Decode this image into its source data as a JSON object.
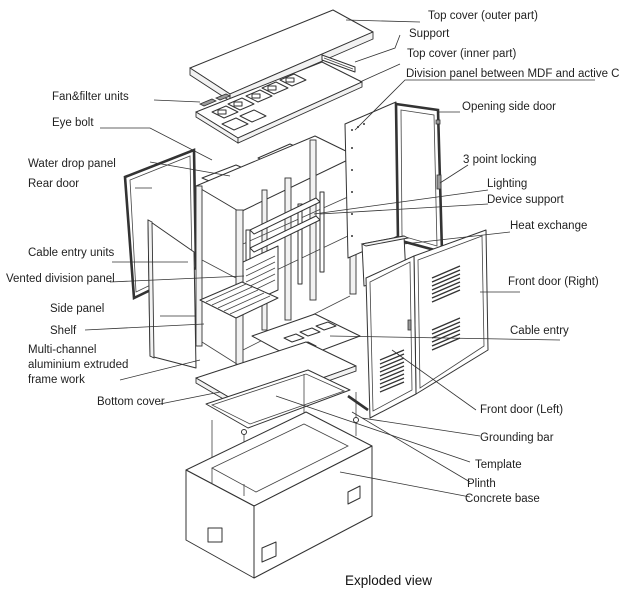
{
  "caption": "Exploded view",
  "labels": {
    "top_cover_outer": "Top cover (outer part)",
    "support": "Support",
    "top_cover_inner": "Top cover (inner part)",
    "division_panel": "Division panel between MDF and active C",
    "fan_filter": "Fan&filter units",
    "opening_side_door": "Opening side door",
    "eye_bolt": "Eye bolt",
    "water_drop": "Water drop panel",
    "three_point_locking": "3 point locking",
    "rear_door": "Rear door",
    "lighting": "Lighting",
    "device_support": "Device support",
    "heat_exchange": "Heat exchange",
    "cable_entry_units": "Cable entry units",
    "vented_division": "Vented division panel",
    "front_door_right": "Front door (Right)",
    "side_panel": "Side panel",
    "shelf": "Shelf",
    "cable_entry": "Cable entry",
    "multichannel_1": "Multi-channel",
    "multichannel_2": "aluminium extruded",
    "multichannel_3": "frame work",
    "bottom_cover": "Bottom cover",
    "front_door_left": "Front door (Left)",
    "grounding_bar": "Grounding bar",
    "template": "Template",
    "plinth": "Plinth",
    "concrete_base": "Concrete base"
  }
}
